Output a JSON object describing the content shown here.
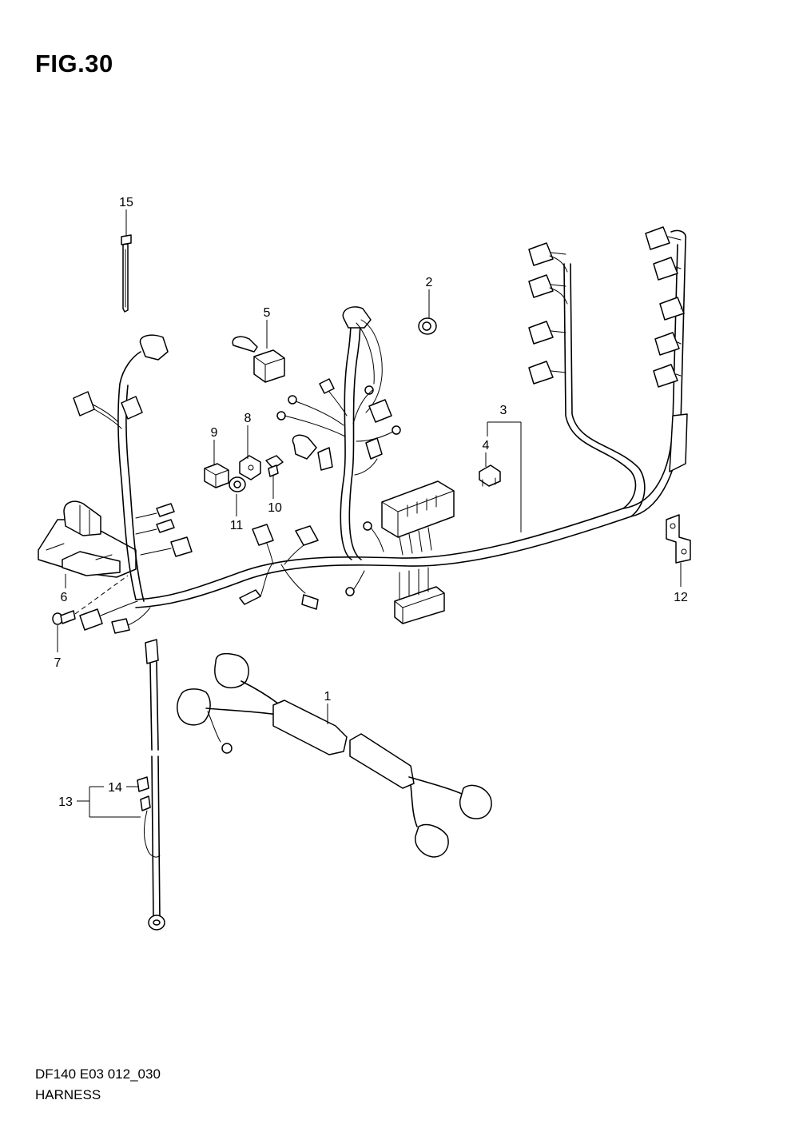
{
  "figure": {
    "title": "FIG.30",
    "code": "DF140 E03 012_030",
    "name": "HARNESS"
  },
  "callouts": [
    {
      "id": "c1",
      "label": "1"
    },
    {
      "id": "c2",
      "label": "2"
    },
    {
      "id": "c3",
      "label": "3"
    },
    {
      "id": "c4",
      "label": "4"
    },
    {
      "id": "c5",
      "label": "5"
    },
    {
      "id": "c6",
      "label": "6"
    },
    {
      "id": "c7",
      "label": "7"
    },
    {
      "id": "c8",
      "label": "8"
    },
    {
      "id": "c9",
      "label": "9"
    },
    {
      "id": "c10",
      "label": "10"
    },
    {
      "id": "c11",
      "label": "11"
    },
    {
      "id": "c12",
      "label": "12"
    },
    {
      "id": "c13",
      "label": "13"
    },
    {
      "id": "c14",
      "label": "14"
    },
    {
      "id": "c15",
      "label": "15"
    }
  ]
}
